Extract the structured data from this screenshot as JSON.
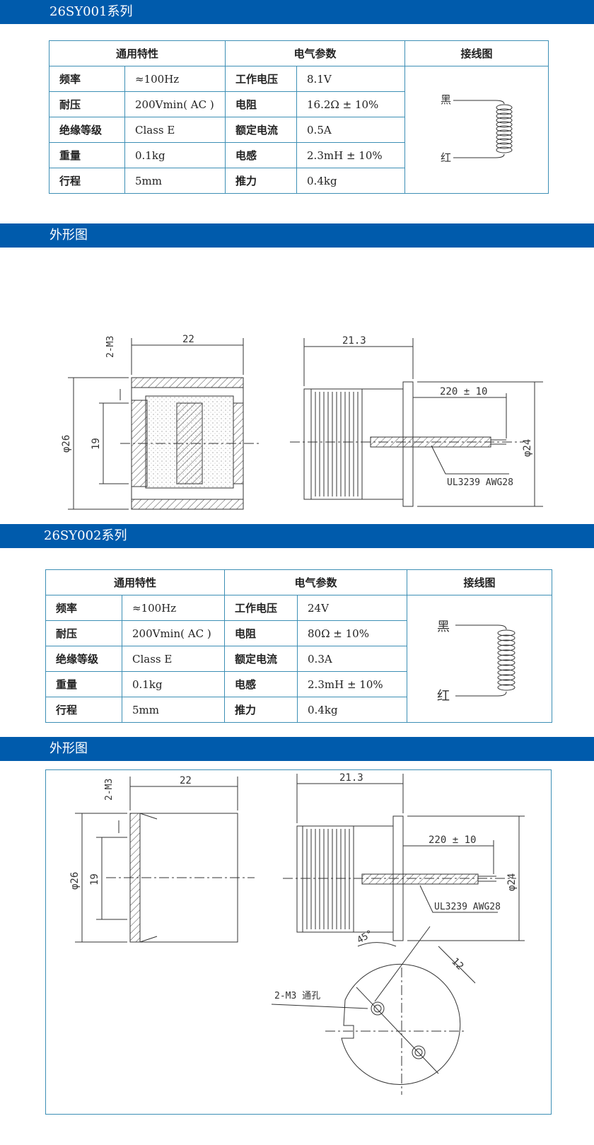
{
  "series1": {
    "title": "26SY001系列",
    "headers": {
      "general": "通用特性",
      "electrical": "电气参数",
      "wiring": "接线图"
    },
    "rows": [
      {
        "l1": "频率",
        "v1": "≈100Hz",
        "l2": "工作电压",
        "v2": "8.1V"
      },
      {
        "l1": "耐压",
        "v1": "200Vmin( AC )",
        "l2": "电阻",
        "v2": "16.2Ω ± 10%"
      },
      {
        "l1": "绝缘等级",
        "v1": "Class E",
        "l2": "额定电流",
        "v2": "0.5A"
      },
      {
        "l1": "重量",
        "v1": "0.1kg",
        "l2": "电感",
        "v2": "2.3mH ± 10%"
      },
      {
        "l1": "行程",
        "v1": "5mm",
        "l2": "推力",
        "v2": "0.4kg"
      }
    ],
    "wire_black": "黑",
    "wire_red": "红",
    "outline_title": "外形图",
    "dims": {
      "length": "22",
      "thread": "2-M3",
      "dia": "φ26",
      "inner": "19",
      "body": "21.3",
      "lead": "220 ± 10",
      "dia2": "φ24",
      "cable": "UL3239 AWG28"
    }
  },
  "series2": {
    "title": "26SY002系列",
    "headers": {
      "general": "通用特性",
      "electrical": "电气参数",
      "wiring": "接线图"
    },
    "rows": [
      {
        "l1": "频率",
        "v1": "≈100Hz",
        "l2": "工作电压",
        "v2": "24V"
      },
      {
        "l1": "耐压",
        "v1": "200Vmin( AC )",
        "l2": "电阻",
        "v2": "80Ω ± 10%"
      },
      {
        "l1": "绝缘等级",
        "v1": "Class E",
        "l2": "额定电流",
        "v2": "0.3A"
      },
      {
        "l1": "重量",
        "v1": "0.1kg",
        "l2": "电感",
        "v2": "2.3mH ± 10%"
      },
      {
        "l1": "行程",
        "v1": "5mm",
        "l2": "推力",
        "v2": "0.4kg"
      }
    ],
    "wire_black": "黑",
    "wire_red": "红",
    "outline_title": "外形图",
    "dims": {
      "length": "22",
      "thread": "2-M3",
      "dia": "φ26",
      "inner": "19",
      "body": "21.3",
      "lead": "220 ± 10",
      "dia2": "φ24",
      "cable": "UL3239 AWG28",
      "angle": "45°",
      "pitch": "12",
      "hole": "2-M3 通孔"
    }
  }
}
